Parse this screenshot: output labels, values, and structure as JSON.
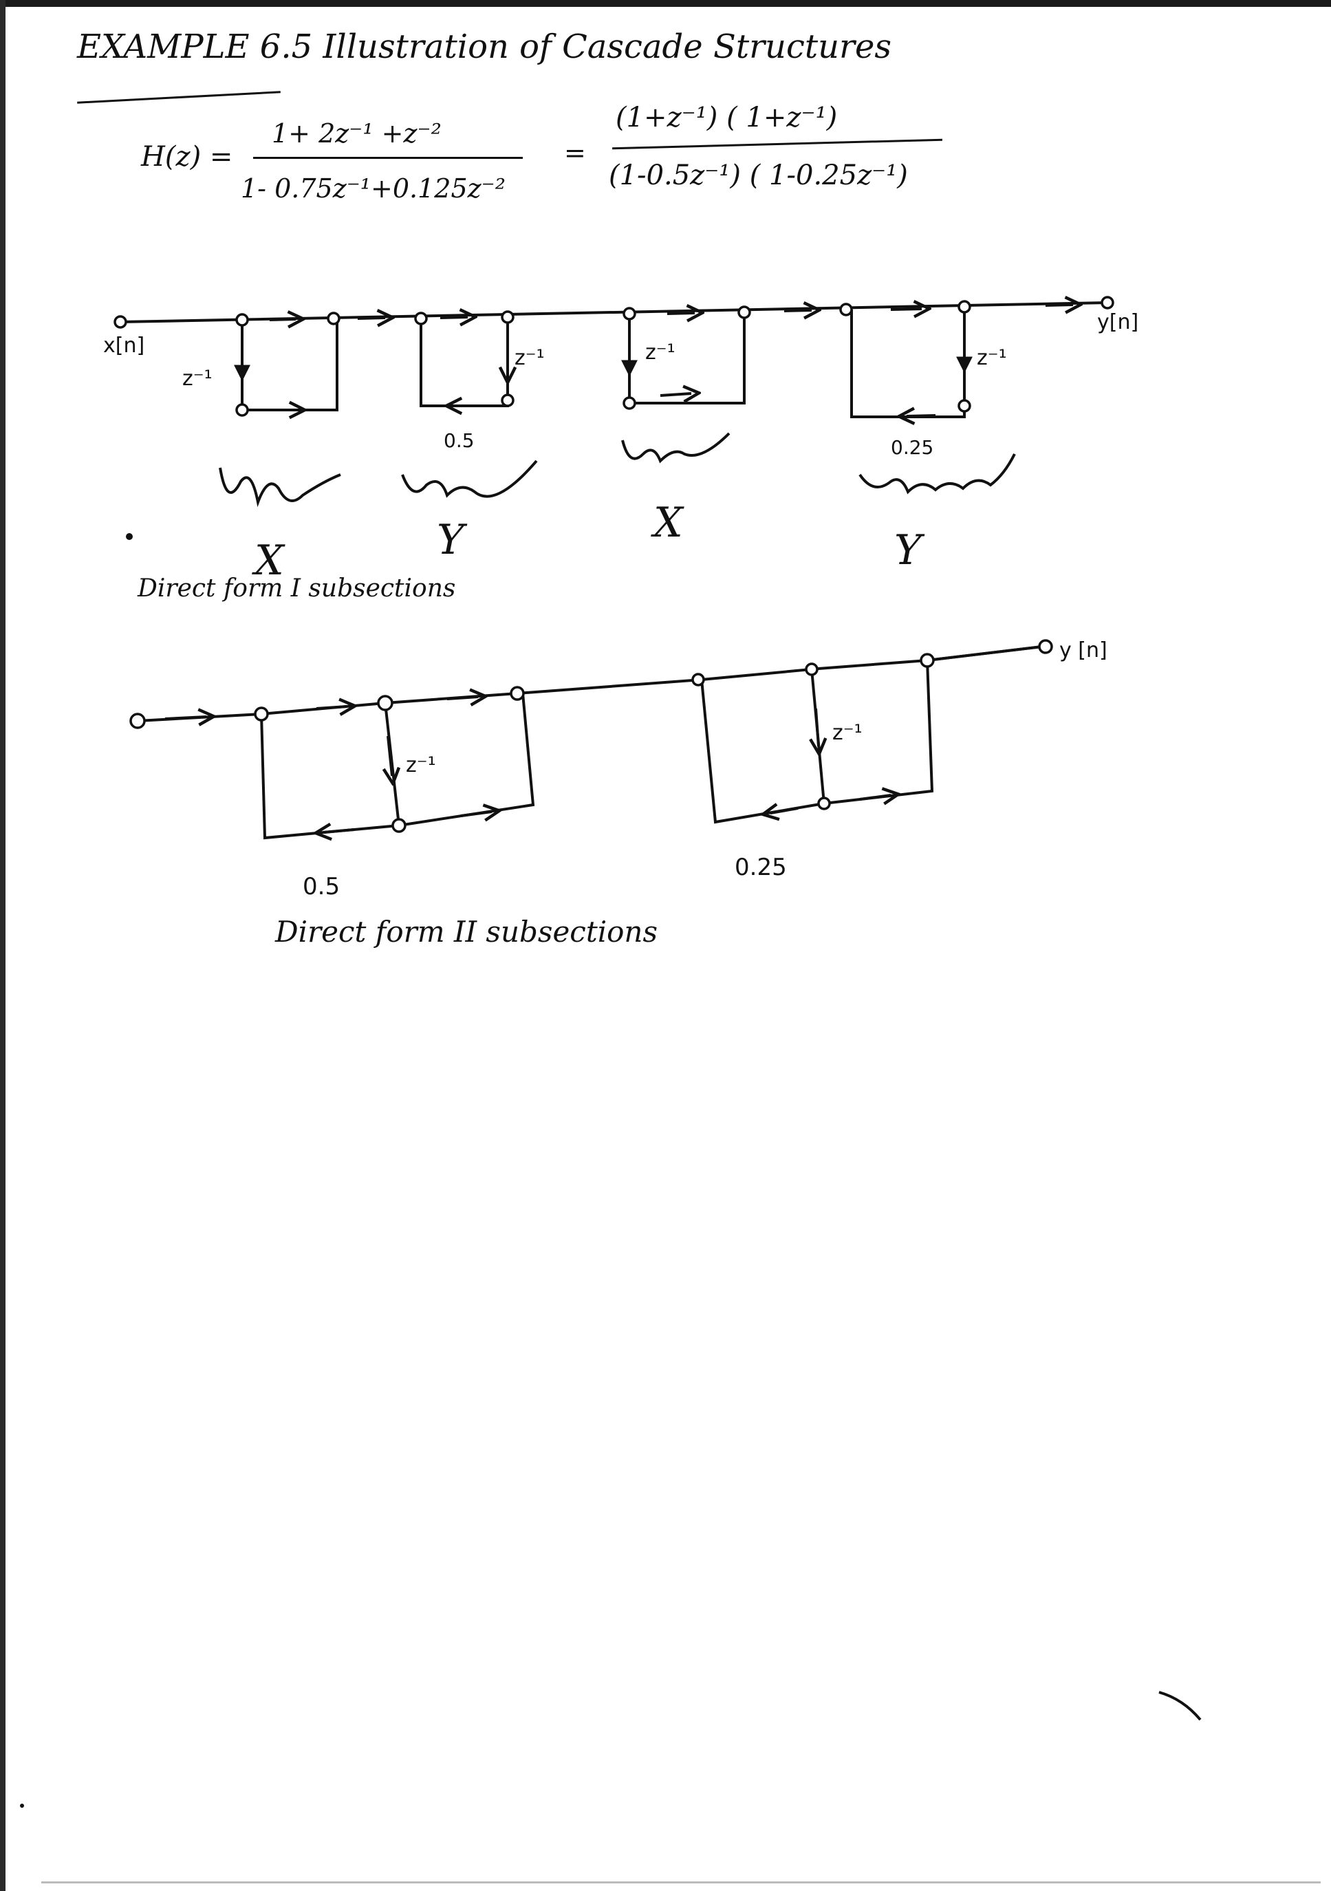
{
  "header": {
    "title": "EXAMPLE 6.5 Illustration of Cascade Structures"
  },
  "equation": {
    "lhs": "H(z) =",
    "numerator_expanded": "1+ 2z⁻¹ +z⁻²",
    "denominator_expanded": "1- 0.75z⁻¹+0.125z⁻²",
    "equals": "=",
    "numerator_factored": "(1+z⁻¹) ( 1+z⁻¹)",
    "denominator_factored": "(1-0.5z⁻¹) ( 1-0.25z⁻¹)"
  },
  "diagram1": {
    "input_label": "x[n]",
    "output_label": "y[n]",
    "delay_label": "z⁻¹",
    "coef_a": "0.5",
    "coef_b": "0.25",
    "group_marks": [
      "X",
      "Y",
      "X",
      "Y"
    ],
    "caption": "Direct form I subsections"
  },
  "diagram2": {
    "output_label": "y [n]",
    "delay_label": "z⁻¹",
    "coef_a": "0.5",
    "coef_b": "0.25",
    "caption": "Direct form II subsections"
  }
}
